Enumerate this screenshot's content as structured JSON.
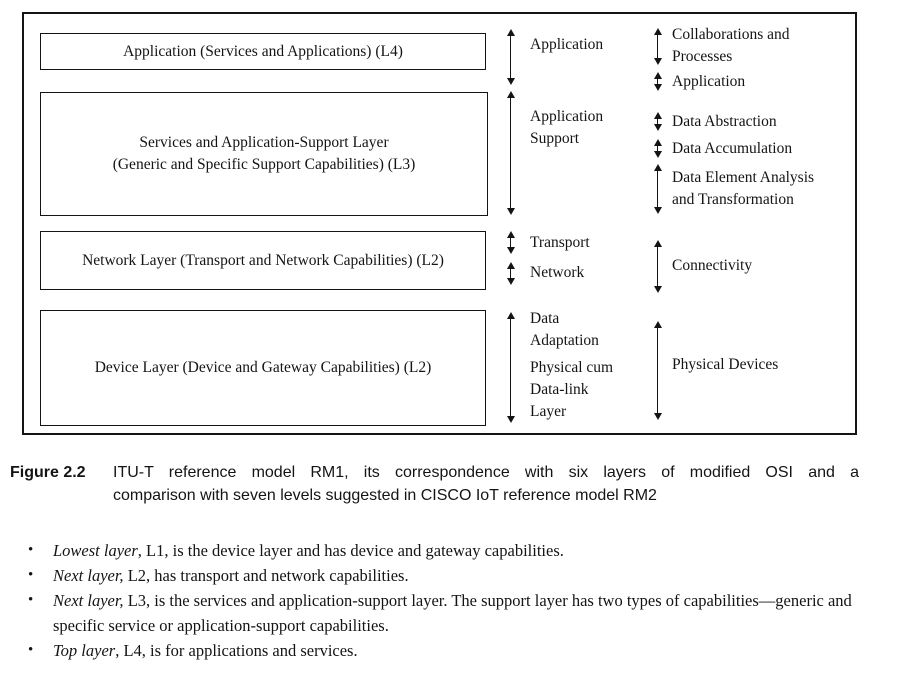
{
  "figure": {
    "layers": [
      "Application (Services and Applications) (L4)",
      "Services and Application-Support Layer\n(Generic and Specific Support Capabilities) (L3)",
      "Network Layer (Transport and Network Capabilities) (L2)",
      "Device Layer (Device and Gateway Capabilities) (L2)"
    ],
    "osi": {
      "labels": [
        "Application",
        "Application\nSupport",
        "Transport",
        "Network",
        "Data\nAdaptation",
        "Physical cum\nData-link\nLayer"
      ]
    },
    "cisco": {
      "labels": [
        "Collaborations and\nProcesses",
        "Application",
        "Data Abstraction",
        "Data Accumulation",
        "Data Element Analysis\nand Transformation",
        "Connectivity",
        "Physical Devices"
      ]
    }
  },
  "caption": {
    "label": "Figure 2.2",
    "line1": "ITU-T reference model RM1, its correspondence with six layers of modified OSI and a",
    "line2": "comparison with seven levels suggested in CISCO IoT reference model RM2"
  },
  "bullets": [
    {
      "marker": "•",
      "lead": "Lowest layer",
      "rest": ", L1, is the device layer and has device and gateway capabilities."
    },
    {
      "marker": "•",
      "lead": "Next layer,",
      "rest": " L2, has transport and network capabilities."
    },
    {
      "marker": "•",
      "lead": "Next layer,",
      "rest": " L3, is the services and application-support layer. The support layer has two types of capabilities—generic and specific service or application-support capabilities."
    },
    {
      "marker": "•",
      "lead": "Top layer",
      "rest": ", L4, is for applications and services."
    }
  ],
  "colors": {
    "ink": "#141414",
    "background": "#ffffff"
  }
}
